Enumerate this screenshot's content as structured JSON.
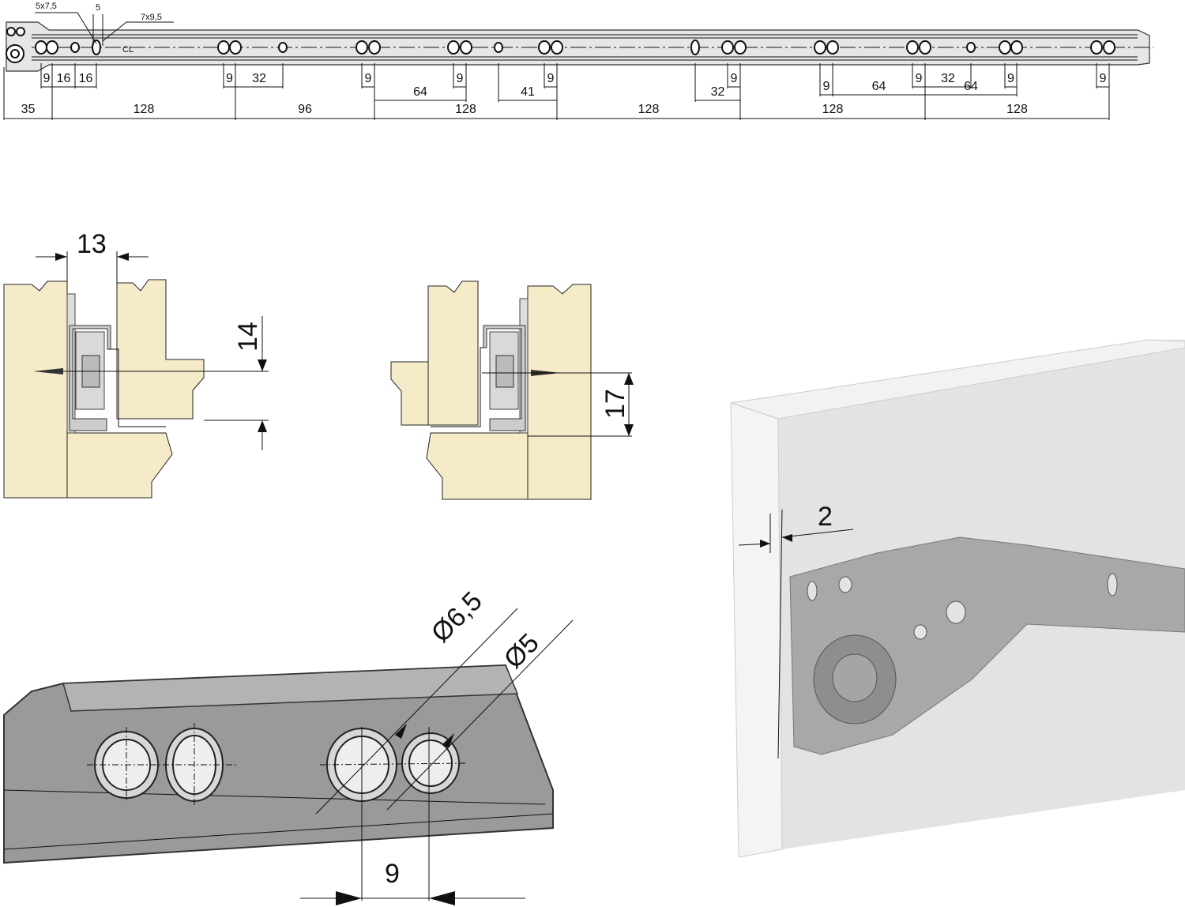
{
  "rail_drawing": {
    "hole_callouts": [
      "5x7,5",
      "5",
      "7x9,5"
    ],
    "centerline_label": "CL",
    "small_dims": [
      "9",
      "16",
      "16",
      "9",
      "32",
      "9",
      "9",
      "64",
      "41",
      "9",
      "32",
      "9",
      "9",
      "64",
      "9",
      "32",
      "64",
      "9",
      "9"
    ],
    "overall_dims": [
      "35",
      "128",
      "96",
      "128",
      "128",
      "128",
      "128"
    ]
  },
  "cross_section_left": {
    "width_label": "13",
    "height_label": "14"
  },
  "cross_section_right": {
    "height_label": "17"
  },
  "rail_closeup": {
    "diameter_large": "Ø6,5",
    "diameter_small": "Ø5",
    "spacing": "9"
  },
  "mounting_view": {
    "setback_label": "2"
  },
  "colors": {
    "wood": "#f6ebc8",
    "metal": "#9a9a9a",
    "board": "#e4e4e6"
  }
}
